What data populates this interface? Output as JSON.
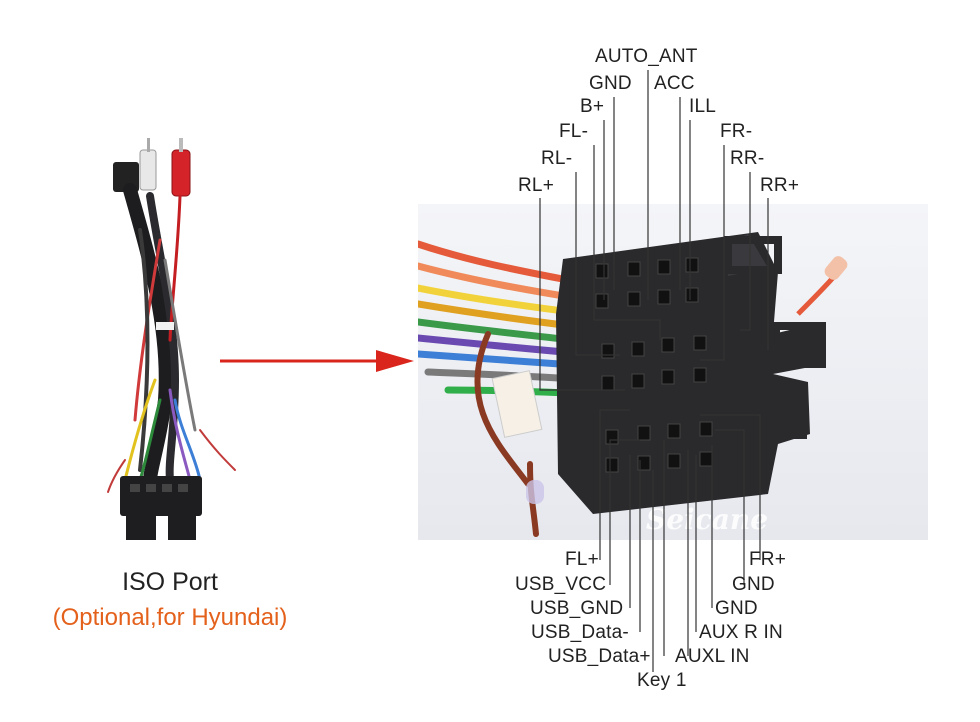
{
  "left_caption": {
    "title": "ISO Port",
    "subtitle": "(Optional,for Hyundai)"
  },
  "watermark": "Seicane",
  "top_pins": [
    "AUTO_ANT",
    "GND",
    "ACC",
    "B+",
    "ILL",
    "FL-",
    "FR-",
    "RL-",
    "RR-",
    "RL+",
    "RR+"
  ],
  "bottom_pins": [
    "FL+",
    "FR+",
    "USB_VCC",
    "GND",
    "USB_GND",
    "GND",
    "USB_Data-",
    "AUX R IN",
    "USB_Data+",
    "AUXL IN",
    "Key 1"
  ],
  "colors": {
    "arrow": "#d9251c",
    "subtitle": "#e4611c",
    "connector": "#2a2a2c",
    "photo_bg": "#eef0f4"
  }
}
